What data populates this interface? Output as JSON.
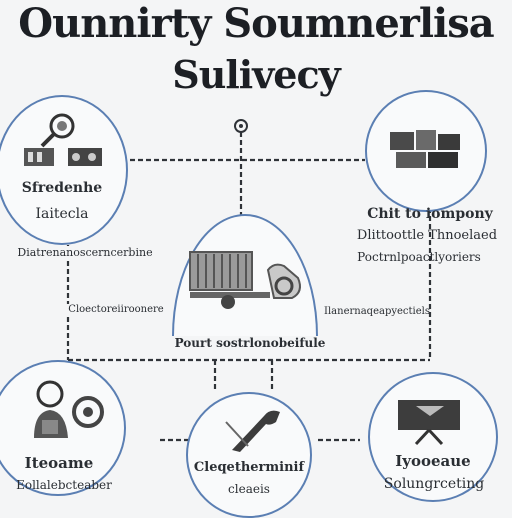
{
  "title": {
    "line1": "Ounnirty Soumnerlisa",
    "line2": "Sulivecy"
  },
  "nodes": {
    "top_left": {
      "line1": "Sfredenhe",
      "line2": "Iaitecla",
      "icon": "magnifier-gears-icon"
    },
    "top_right": {
      "line1": "Chit to iompony",
      "line2": "Dlittoottle Thnoelaed",
      "icon": "boxes-icon"
    },
    "center": {
      "caption": "Pourt sostrlonobeifule",
      "icon": "truck-icon"
    },
    "bottom_left": {
      "line1": "Iteoame",
      "line2": "Eollalebcteaber",
      "icon": "worker-gear-icon"
    },
    "bottom_center": {
      "line1": "Cleqetherminif",
      "line2": "cleaeis",
      "icon": "tool-icon"
    },
    "bottom_right": {
      "line1": "Iyooeaue",
      "line2": "Solungrceting",
      "icon": "monitor-stand-icon"
    }
  },
  "connectors": {
    "left_row_text": "Diatrenanoscerncerbine",
    "right_row_text": "Poctrnlpoactlyoriers",
    "right_lower_text": "Ilanernaqeapyectiels",
    "left_lower_text": "Cloectoreiiroonere"
  },
  "colors": {
    "node_border": "#5b7fb3",
    "line": "#2f3338",
    "background": "#f4f5f6"
  }
}
